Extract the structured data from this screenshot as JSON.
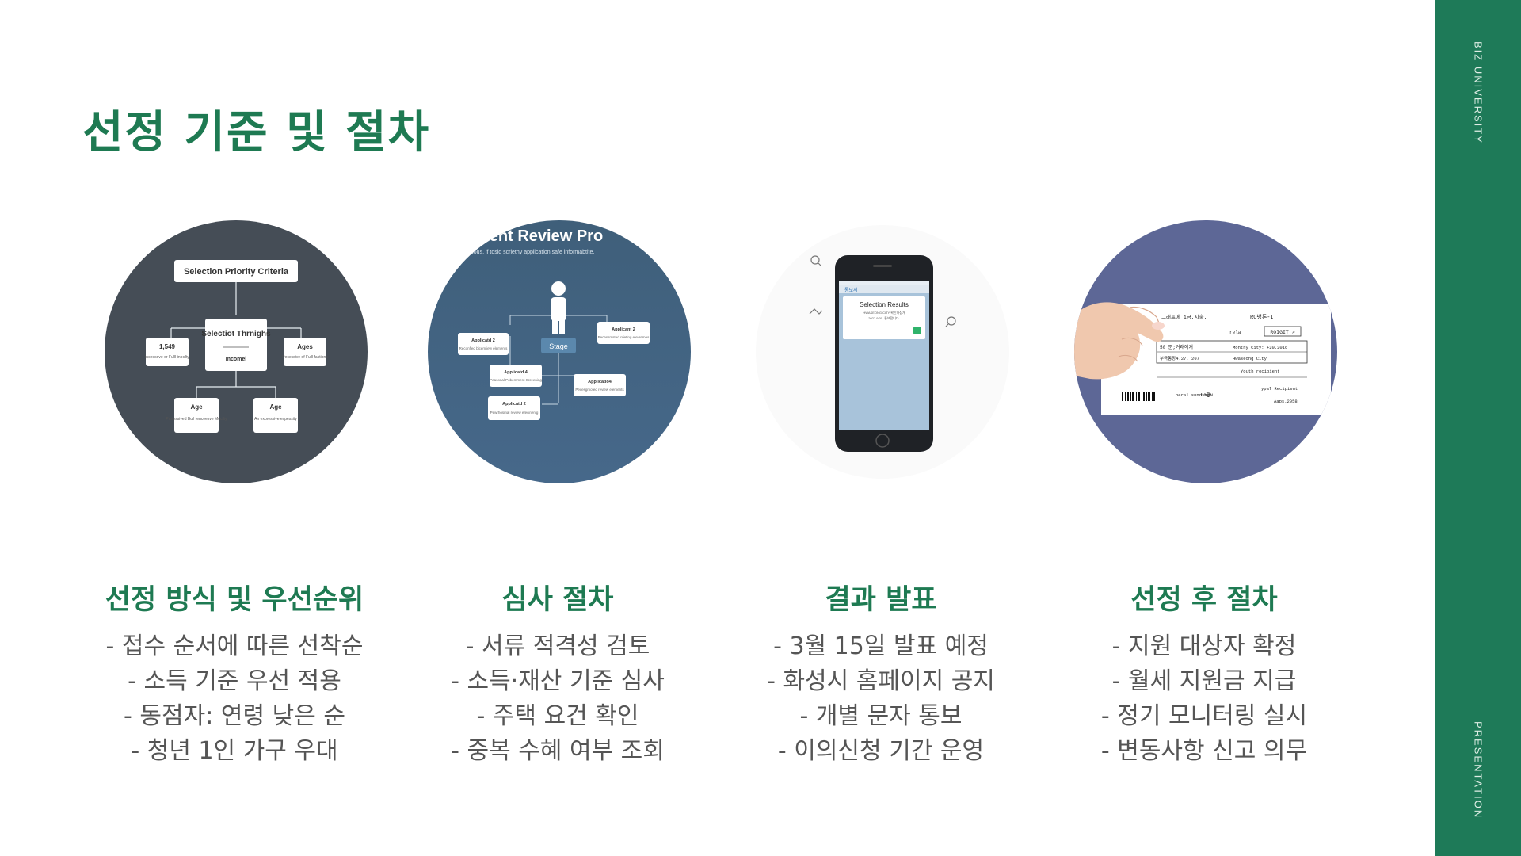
{
  "title": "선정 기준 및 절차",
  "side_band": {
    "top_label": "BIZ UNIVERSITY",
    "bottom_label": "PRESENTATION"
  },
  "colors": {
    "accent": "#1e7a52",
    "band": "#1e7a58",
    "text": "#555555"
  },
  "columns": [
    {
      "heading": "선정 방식 및 우선순위",
      "bullets": [
        "- 접수 순서에 따른 선착순",
        "- 소득 기준 우선 적용",
        "- 동점자: 연령 낮은 순",
        "- 청년 1인 가구 우대"
      ],
      "image": {
        "kind": "flowchart",
        "top_box": "Selection Priority Criteria",
        "center_box": {
          "title": "Selectiot Thrnighs",
          "sub": "Incomel"
        },
        "left_box": {
          "title": "1,549",
          "sub": "Inceesove or Fulll-inocilty"
        },
        "right_box": {
          "title": "Ages",
          "sub": "Pecessive of Fulll factions"
        },
        "bottom_left_box": {
          "title": "Age",
          "sub": "Protessived Bull renceesve Mocilty"
        },
        "bottom_right_box": {
          "title": "Age",
          "sub": "An expressive expessity"
        }
      }
    },
    {
      "heading": "심사 절차",
      "bullets": [
        "- 서류 적격성 검토",
        "- 소득·재산 기준 심사",
        "- 주택 요건 확인",
        "- 중복 수혜 여부 조회"
      ],
      "image": {
        "kind": "review-diagram",
        "title": "ment Review Pro",
        "subtitle": "obous, if tosld scriethy application safe informabtite.",
        "stage_label": "Stage",
        "boxes": [
          {
            "title": "Applicatd 2",
            "sub": "Reconfied bicemliew elements"
          },
          {
            "title": "Applicant 2",
            "sub": "Pecessmsted crieting elevremes"
          },
          {
            "title": "Applicatd 4",
            "sub": "Peasonal Pobemment Screening"
          },
          {
            "title": "Applicatio4",
            "sub": "Pecesgmoted review elements"
          },
          {
            "title": "Applicatd 2",
            "sub": "Pewrhosmal review efecinenlg"
          }
        ]
      }
    },
    {
      "heading": "결과 발표",
      "bullets": [
        "- 3월 15일 발표 예정",
        "- 화성시 홈페이지 공지",
        "- 개별 문자 통보",
        "- 이의신청 기간 운영"
      ],
      "image": {
        "kind": "phone",
        "card_title": "Selection Results",
        "card_line1": "HWASEONG CITY 확인하십개",
        "card_line2": "2027 9:00. 통보합니다.",
        "nav_label": "통보서"
      }
    },
    {
      "heading": "선정 후 절차",
      "bullets": [
        "- 지원 대상자 확정",
        "- 월세 지원금 지급",
        "- 정기 모니터링 실시",
        "- 변동사항 신고 의무"
      ],
      "image": {
        "kind": "card-in-hand",
        "card_header_left": "그래프에 1금,지출.",
        "card_header_right": "RO뱅론-I",
        "card_field1": "rela",
        "card_button": "ROIGIT >",
        "row1_left": "50 뿐;거래에거",
        "row1_right": "Monthy City: +20.2016",
        "row2_left": "부극통장4.27, 207",
        "row2_right": "Hwaseong City",
        "row3_right": "Youth recipient",
        "foot_left": "neral sunding",
        "foot_mid": "LO행N",
        "foot_right1": "ypal Recipient",
        "foot_right2": "Aaps.2058"
      }
    }
  ]
}
